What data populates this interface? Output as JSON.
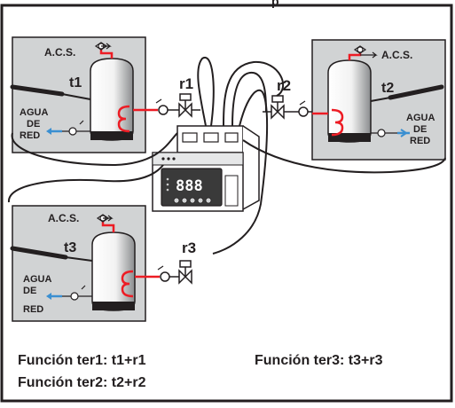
{
  "header": {
    "partial_text": "p"
  },
  "panels": {
    "t1": {
      "acs": "A.C.S.",
      "sensor": "t1",
      "water": [
        "AGUA",
        "DE",
        "RED"
      ]
    },
    "t2": {
      "acs": "A.C.S.",
      "sensor": "t2",
      "water": [
        "AGUA",
        "DE",
        "RED"
      ]
    },
    "t3": {
      "acs": "A.C.S.",
      "sensor": "t3",
      "water": [
        "AGUA",
        "DE",
        "RED"
      ]
    }
  },
  "relays": {
    "r1": "r1",
    "r2": "r2",
    "r3": "r3"
  },
  "display": {
    "digits": "888"
  },
  "functions": {
    "ter1": "Función ter1:  t1+r1",
    "ter2": "Función ter2:  t2+r2",
    "ter3": "Función ter3:  t3+r3"
  },
  "colors": {
    "panel_bg": "#d1d3d4",
    "outline": "#231f20",
    "hot_pipe": "#ed1c24",
    "cold_pipe": "#3a8fd1",
    "display_bg": "#3a3a3a"
  }
}
